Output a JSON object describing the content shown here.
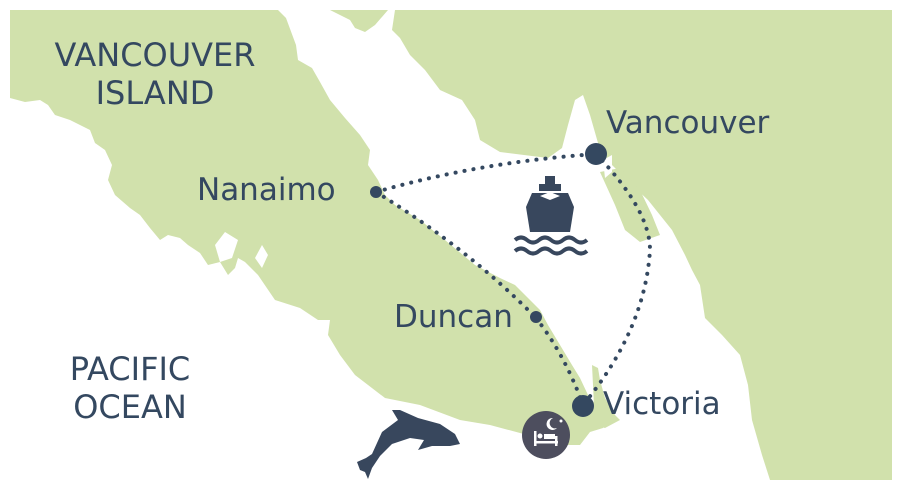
{
  "map": {
    "colors": {
      "land": "#d1e1ac",
      "water": "#ffffff",
      "route": "#344860",
      "icon": "#38475d",
      "hotel_badge": "#4d4e5e"
    },
    "regions": [
      {
        "id": "vancouver-island",
        "line1": "VANCOUVER",
        "line2": "ISLAND"
      },
      {
        "id": "pacific-ocean",
        "line1": "PACIFIC",
        "line2": "OCEAN"
      }
    ],
    "cities": [
      {
        "id": "nanaimo",
        "name": "Nanaimo",
        "marker": "small"
      },
      {
        "id": "vancouver",
        "name": "Vancouver",
        "marker": "large"
      },
      {
        "id": "duncan",
        "name": "Duncan",
        "marker": "small"
      },
      {
        "id": "victoria",
        "name": "Victoria",
        "marker": "large"
      }
    ],
    "routes": [
      {
        "from": "Nanaimo",
        "to": "Vancouver",
        "style": "dotted"
      },
      {
        "from": "Nanaimo",
        "to": "Duncan",
        "style": "dotted"
      },
      {
        "from": "Duncan",
        "to": "Victoria",
        "style": "dotted"
      },
      {
        "from": "Vancouver",
        "to": "Victoria",
        "style": "dotted"
      }
    ],
    "icons": [
      {
        "name": "ferry-icon",
        "location": "Strait of Georgia"
      },
      {
        "name": "dolphin-icon",
        "location": "Pacific Ocean"
      },
      {
        "name": "hotel-bed-icon",
        "location": "Victoria (overnight stay)"
      }
    ]
  }
}
